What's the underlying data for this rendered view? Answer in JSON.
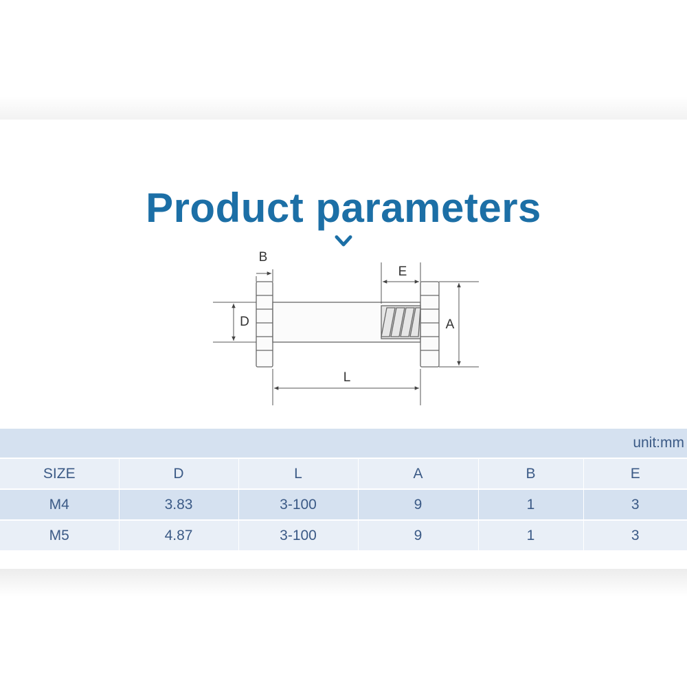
{
  "title": "Product parameters",
  "diagram": {
    "labels": {
      "b": "B",
      "e": "E",
      "d": "D",
      "a": "A",
      "l": "L"
    }
  },
  "table": {
    "unit": "unit:mm",
    "headers": [
      "SIZE",
      "D",
      "L",
      "A",
      "B",
      "E"
    ],
    "rows": [
      [
        "M4",
        "3.83",
        "3-100",
        "9",
        "1",
        "3"
      ],
      [
        "M5",
        "4.87",
        "3-100",
        "9",
        "1",
        "3"
      ]
    ]
  },
  "colors": {
    "title": "#1c6fa6",
    "table_text": "#3b5a86",
    "row_dark": "#d5e1f0",
    "row_light": "#e9eff7"
  },
  "icons": {
    "title_marker": "chevron-down-icon"
  }
}
